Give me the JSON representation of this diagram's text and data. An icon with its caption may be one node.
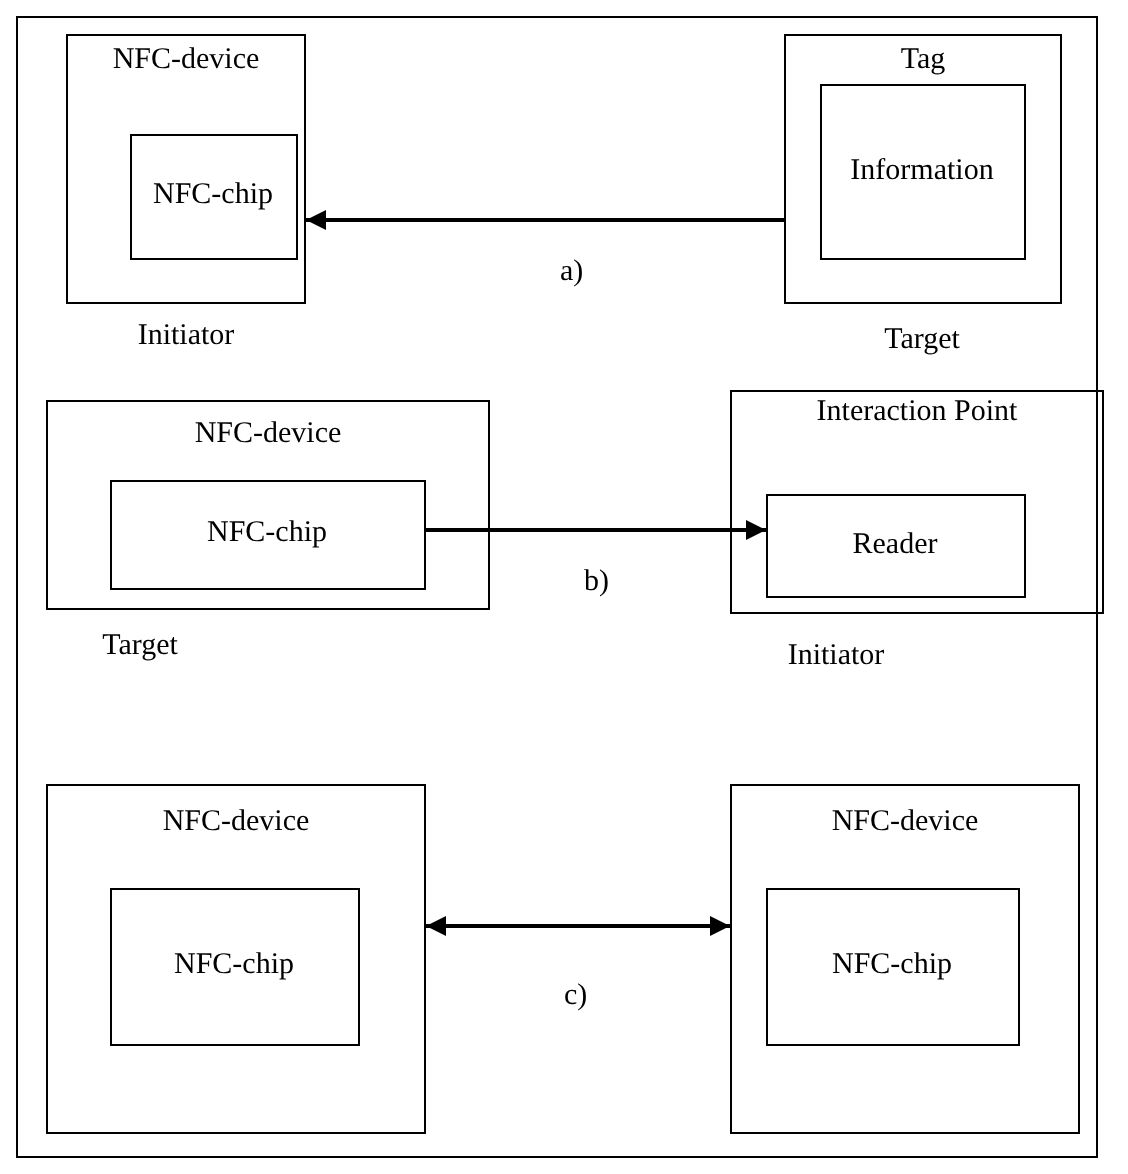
{
  "diagram": {
    "nodes": [
      {
        "text": [
          "NFC-device"
        ],
        "beside": [
          "Initiator"
        ]
      },
      {
        "text": [
          "NFC-chip"
        ],
        "in": 0
      },
      {
        "text": [
          "Tag"
        ],
        "beside": [
          "Target"
        ]
      },
      {
        "text": [
          "Information"
        ],
        "in": 2
      },
      {
        "text": [
          "NFC-device"
        ],
        "beside": [
          "Target"
        ]
      },
      {
        "text": [
          "NFC-chip"
        ],
        "in": 4
      },
      {
        "text": [
          "Interaction Point"
        ],
        "beside": [
          "Initiator"
        ]
      },
      {
        "text": [
          "Reader"
        ],
        "in": 6
      },
      {
        "text": [
          "NFC-device"
        ]
      },
      {
        "text": [
          "NFC-chip"
        ],
        "in": 8
      },
      {
        "text": [
          "NFC-device"
        ]
      },
      {
        "text": [
          "NFC-chip"
        ],
        "in": 10
      }
    ],
    "edges": [
      {
        "from": 2,
        "to": 0,
        "arrow": "to",
        "label": "a)"
      },
      {
        "from": 5,
        "to": 7,
        "arrow": "to",
        "label": "b)"
      },
      {
        "from": 8,
        "to": 10,
        "arrow": "both",
        "label": "c)"
      }
    ]
  }
}
